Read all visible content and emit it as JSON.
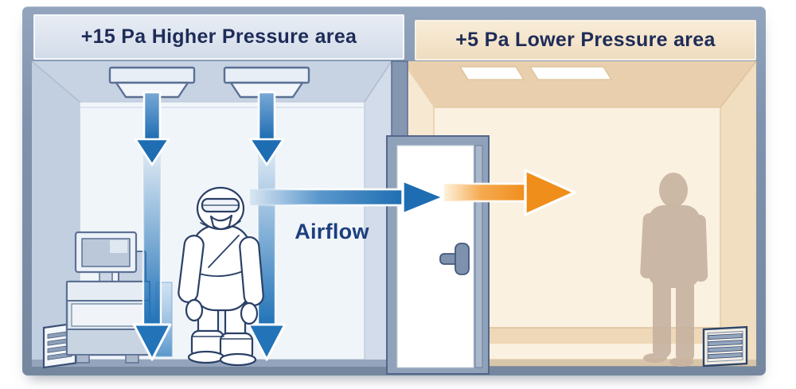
{
  "rooms": {
    "left": {
      "label": "+15 Pa Higher Pressure area",
      "pressure_pa": "+15"
    },
    "right": {
      "label": "+5 Pa Lower Pressure area",
      "pressure_pa": "+5"
    }
  },
  "airflow": {
    "label": "Airflow"
  },
  "colors": {
    "frame": "#8093ae",
    "frame-line": "#5c7094",
    "left-header": "#dde4ef",
    "right-header": "#f4e3c9",
    "header-text": "#1e2c58",
    "airflow-text": "#1c3f7e",
    "blue-arrow": "#2273b8",
    "orange-arrow": "#f08e1b",
    "silhouette": "#c7b3a0",
    "outline": "#2b4066"
  }
}
